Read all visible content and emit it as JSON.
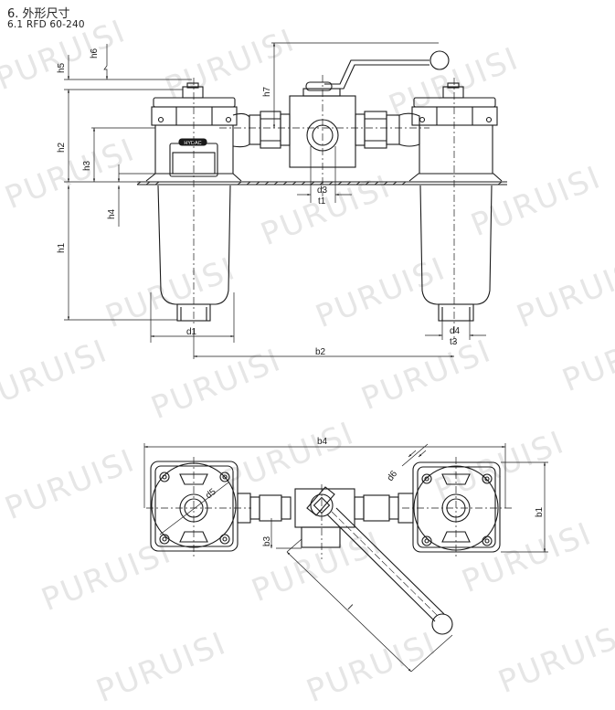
{
  "header": {
    "section_title": "6.  外形尺寸",
    "subsection_title": "6.1 RFD 60-240"
  },
  "watermark": {
    "text": "PURUISI",
    "color": "#e6e6e6"
  },
  "side_view": {
    "brand_plate": "HYDAC",
    "dimensions": {
      "h1": "h1",
      "h2": "h2",
      "h3": "h3",
      "h4": "h4",
      "h5": "h5",
      "h6": "h6",
      "h7": "h7",
      "d1": "d1",
      "d3": "d3",
      "d4": "d4",
      "t1": "t1",
      "t3": "t3",
      "b2": "b2"
    }
  },
  "top_view": {
    "dimensions": {
      "b1": "b1",
      "b3": "b3",
      "b4": "b4",
      "d5": "d5",
      "d6": "d6",
      "l": "l"
    }
  }
}
